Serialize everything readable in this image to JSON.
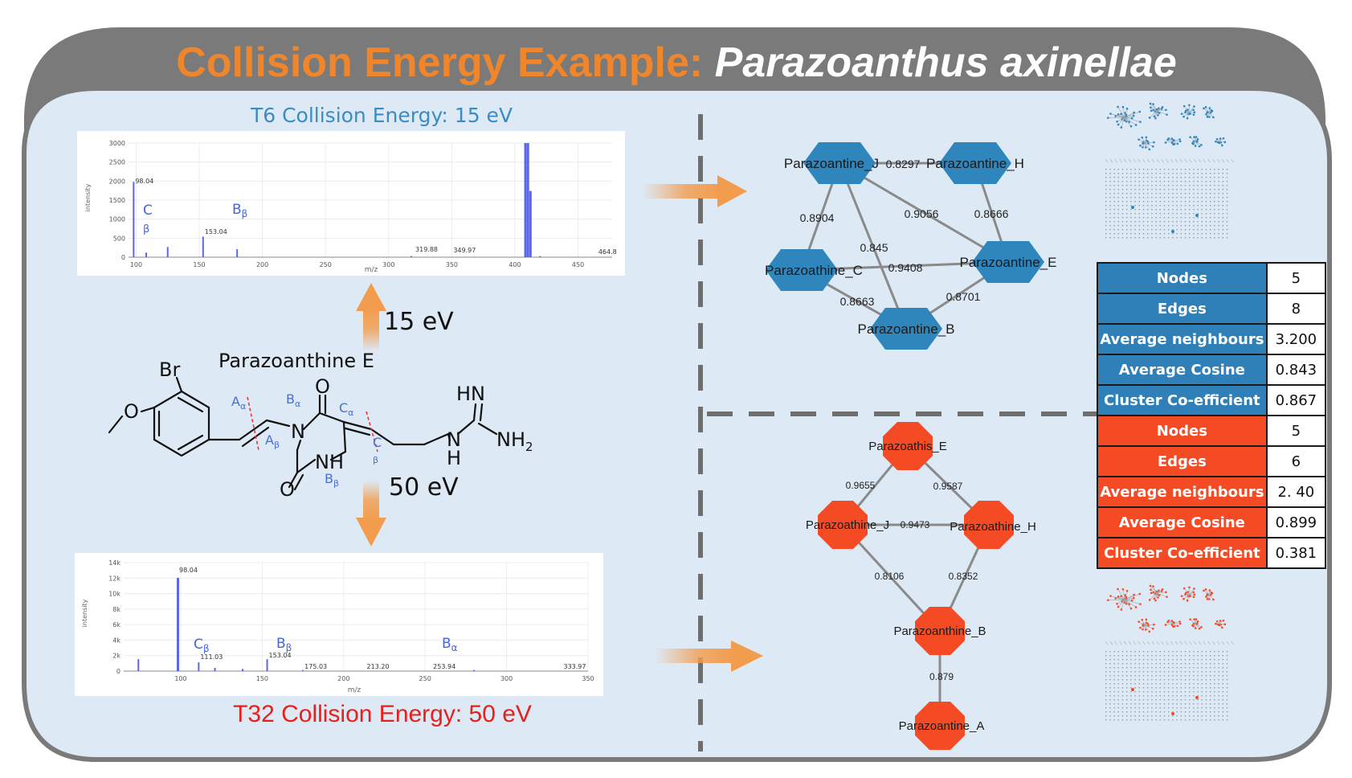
{
  "title": {
    "main": "Collision Energy Example: ",
    "species": "Parazoanthus axinellae"
  },
  "colors": {
    "title_orange": "#f0862c",
    "panel_bg": "#dde9f5",
    "frame_grey": "#7a7a7a",
    "blue_node": "#2f86bc",
    "red_node": "#f54b25",
    "spectrum_bar": "#5b67e8",
    "arrow_orange": "#f29d4e"
  },
  "top_spectrum": {
    "caption": "T6 Collision Energy: 15 eV",
    "y_axis_title": "intensity",
    "x_axis_title": "m/z",
    "y_ticks": [
      "3000",
      "2500",
      "2000",
      "1500",
      "1000",
      "500",
      "0"
    ],
    "x_ticks": [
      "100",
      "150",
      "200",
      "250",
      "300",
      "350",
      "400",
      "450"
    ],
    "peak_labels": [
      "98.04",
      "153.04",
      "319.88",
      "349.97",
      "464.8"
    ],
    "fragments": {
      "c": {
        "main": "C",
        "sub": "β"
      },
      "b": {
        "main": "B",
        "sub": "β"
      }
    }
  },
  "bottom_spectrum": {
    "caption": "T32 Collision Energy: 50 eV",
    "y_axis_title": "intensity",
    "x_axis_title": "m/z",
    "y_ticks": [
      "14k",
      "12k",
      "10k",
      "8k",
      "6k",
      "4k",
      "2k",
      "0"
    ],
    "x_ticks": [
      "100",
      "150",
      "200",
      "250",
      "300",
      "350"
    ],
    "peak_labels": [
      "98.04",
      "111.03",
      "153.04",
      "175.03",
      "213.20",
      "253.94",
      "333.97"
    ],
    "fragments": {
      "c": {
        "main": "C",
        "sub": "β"
      },
      "b": {
        "main": "B",
        "sub": "β"
      },
      "ba": {
        "main": "B",
        "sub": "α"
      }
    }
  },
  "molecule": {
    "name": "Parazoanthine E",
    "energy_up": "15 eV",
    "energy_down": "50 eV",
    "atoms": {
      "br": "Br",
      "o_methoxy": "O",
      "o_top": "O",
      "o_bottom": "O",
      "n_ring": "N",
      "nh_ring": "NH",
      "hn": "HN",
      "n_chain": "N",
      "h_chain": "H",
      "nh2": {
        "main": "NH",
        "sub": "2"
      }
    },
    "cleavage_labels": {
      "a_alpha": {
        "main": "A",
        "sub": "α"
      },
      "a_beta": {
        "main": "A",
        "sub": "β"
      },
      "b_alpha": {
        "main": "B",
        "sub": "α"
      },
      "b_beta": {
        "main": "B",
        "sub": "β"
      },
      "c_alpha": {
        "main": "C",
        "sub": "α"
      },
      "c_beta": {
        "main": "C",
        "sub": "β"
      }
    }
  },
  "blue_network": {
    "nodes": [
      "Parazoantine_J",
      "Parazoantine_H",
      "Parazoathine_C",
      "Parazoantine_E",
      "Parazoantine_B"
    ],
    "edge_labels": [
      "0.8297",
      "0.8904",
      "0.9056",
      "0.8666",
      "0.845",
      "0.9408",
      "0.8663",
      "0.8701"
    ]
  },
  "red_network": {
    "nodes": [
      "Parazoathis_E",
      "Parazoathine_J",
      "Parazoathine_H",
      "Parazoanthine_B",
      "Parazoantine_A"
    ],
    "edge_labels": [
      "0.9655",
      "0.9587",
      "0.9473",
      "0.8106",
      "0.8352",
      "0.879"
    ]
  },
  "stats": {
    "blue": [
      {
        "label": "Nodes",
        "value": "5"
      },
      {
        "label": "Edges",
        "value": "8"
      },
      {
        "label": "Average neighbours",
        "value": "3.200"
      },
      {
        "label": "Average Cosine",
        "value": "0.843"
      },
      {
        "label": "Cluster Co-efficient",
        "value": "0.867"
      }
    ],
    "red": [
      {
        "label": "Nodes",
        "value": "5"
      },
      {
        "label": "Edges",
        "value": "6"
      },
      {
        "label": "Average neighbours",
        "value": "2. 40"
      },
      {
        "label": "Average Cosine",
        "value": "0.899"
      },
      {
        "label": "Cluster Co-efficient",
        "value": "0.381"
      }
    ]
  }
}
